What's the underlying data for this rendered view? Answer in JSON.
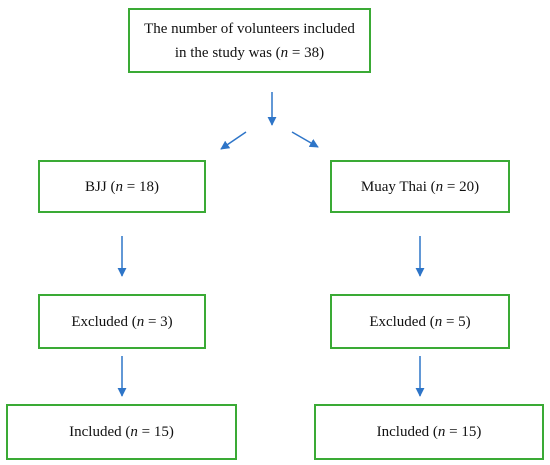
{
  "diagram": {
    "total": {
      "line1": "The number of volunteers included",
      "line2_prefix": "in the study was (",
      "n": "n",
      "line2_suffix": " = 38)"
    },
    "left": {
      "group": {
        "prefix": "BJJ (",
        "n": "n",
        "suffix": " = 18)"
      },
      "excluded": {
        "prefix": "Excluded (",
        "n": "n",
        "suffix": " = 3)"
      },
      "included": {
        "prefix": "Included (",
        "n": "n",
        "suffix": " = 15)"
      }
    },
    "right": {
      "group": {
        "prefix": "Muay Thai (",
        "n": "n",
        "suffix": " = 20)"
      },
      "excluded": {
        "prefix": "Excluded (",
        "n": "n",
        "suffix": " = 5)"
      },
      "included": {
        "prefix": "Included (",
        "n": "n",
        "suffix": " = 15)"
      }
    },
    "colors": {
      "box_border": "#3aaa35",
      "arrow": "#2e75c8",
      "text": "#111111"
    }
  }
}
